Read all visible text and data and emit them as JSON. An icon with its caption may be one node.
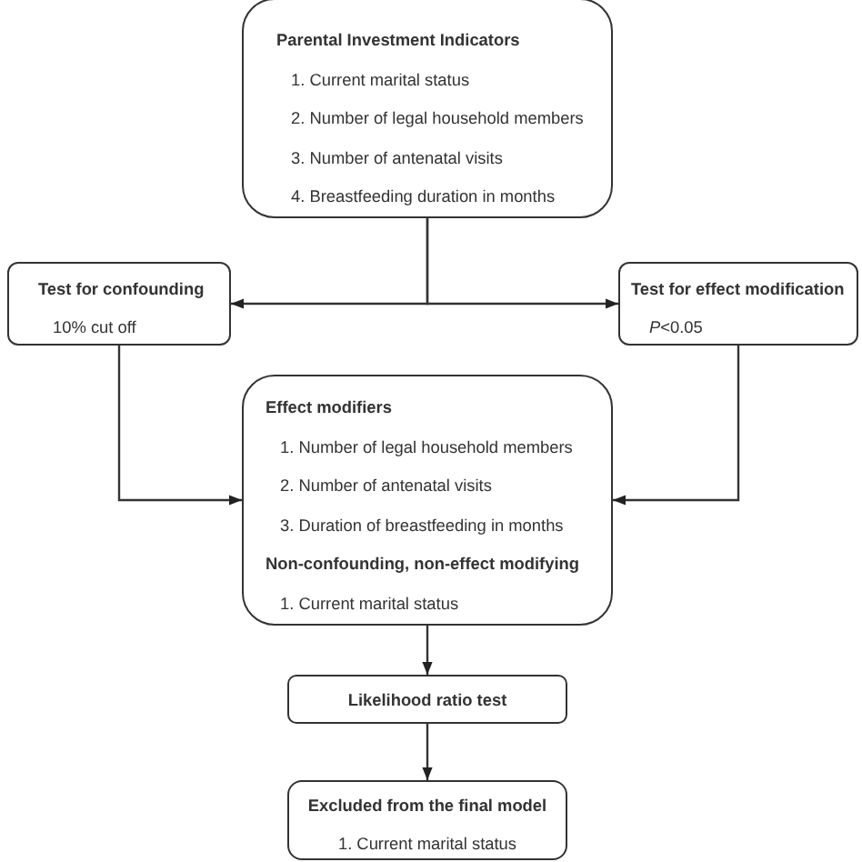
{
  "diagram": {
    "nodes": [
      {
        "text": [
          "Parental Investment Indicators",
          "1. Current marital status",
          "2. Number of legal household members",
          "3. Number of antenatal visits",
          "4. Breastfeeding duration in months"
        ]
      },
      {
        "text": [
          "Test for confounding",
          "10% cut off"
        ]
      },
      {
        "text": [
          "Test for effect modification",
          "*P*<0.05"
        ]
      },
      {
        "text": [
          "Effect modifiers",
          "1. Number of legal household members",
          "2. Number of antenatal visits",
          "3. Duration of breastfeeding in months",
          "Non-confounding, non-effect modifying",
          "1. Current marital status"
        ]
      },
      {
        "text": [
          "Likelihood ratio test"
        ]
      },
      {
        "text": [
          "Excluded from the final model",
          "1. Current marital status"
        ]
      }
    ],
    "edges": [
      {
        "from": 0,
        "to": 1,
        "arrow": "to"
      },
      {
        "from": 0,
        "to": 2,
        "arrow": "to"
      },
      {
        "from": 1,
        "to": 3,
        "arrow": "to"
      },
      {
        "from": 2,
        "to": 3,
        "arrow": "to"
      },
      {
        "from": 3,
        "to": 4,
        "arrow": "to"
      },
      {
        "from": 4,
        "to": 5,
        "arrow": "to"
      }
    ]
  }
}
